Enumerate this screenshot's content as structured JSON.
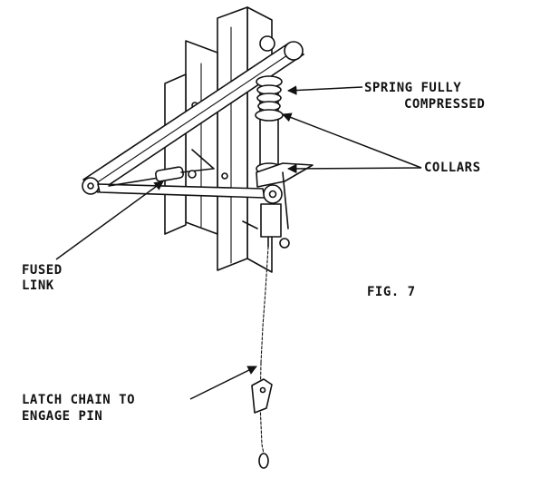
{
  "labels": {
    "spring_line1": "SPRING FULLY",
    "spring_line2": "COMPRESSED",
    "collars": "COLLARS",
    "fused_line1": "FUSED",
    "fused_line2": "LINK",
    "figure": "FIG. 7",
    "latch_line1": "LATCH CHAIN TO",
    "latch_line2": "ENGAGE PIN"
  }
}
